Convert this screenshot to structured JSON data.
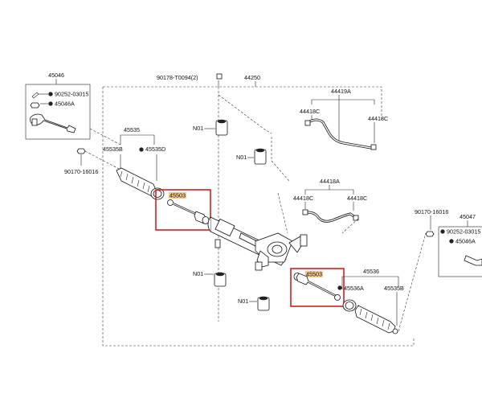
{
  "labels": {
    "p45046_left": "45046",
    "p90252_left": "90252-03015",
    "p45046A_left": "45046A",
    "p90170_left": "90170-16016",
    "p45535": "45535",
    "p45535B": "45535B",
    "p45535D": "45535D",
    "p45503_top": "45503",
    "p90178": "90178-T0094(2)",
    "p44250": "44250",
    "p44419A": "44419A",
    "p44418C_a": "44418C",
    "p44418C_b": "44418C",
    "p44418A": "44418A",
    "p44418C_c": "44418C",
    "p44418C_d": "44418C",
    "pN01_a": "N01",
    "pN01_b": "N01",
    "pN01_c": "N01",
    "pN01_d": "N01",
    "p45503_bottom": "45503",
    "p45536": "45536",
    "p45536A": "45536A",
    "p45535B_r": "45535B",
    "p90170_right": "90170-16016",
    "p45047": "45047",
    "p90252_right": "90252-03015",
    "p45046A_right": "45046A"
  },
  "colors": {
    "highlight_box": "#d42020",
    "label_highlight": "#f7c98f"
  }
}
